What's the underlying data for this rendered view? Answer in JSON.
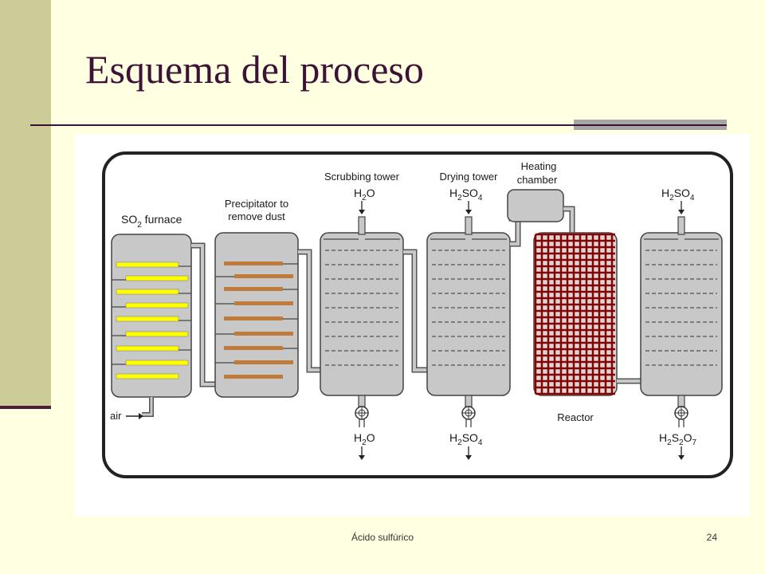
{
  "slide": {
    "title": "Esquema del proceso",
    "footer_text": "Ácido sulfúrico",
    "page_number": "24"
  },
  "diagram": {
    "units": {
      "furnace": {
        "label_main": "SO",
        "label_sub": "2",
        "label_tail": " furnace"
      },
      "precipitator": {
        "line1": "Precipitator to",
        "line2": "remove dust"
      },
      "scrubbing": {
        "line1": "Scrubbing tower"
      },
      "drying": {
        "line1": "Drying tower"
      },
      "heating": {
        "line1": "Heating",
        "line2": "chamber"
      },
      "reactor": {
        "label": "Reactor"
      }
    },
    "formulas": {
      "h": "H",
      "s": "S",
      "o": "O",
      "so": "SO",
      "sub2": "2",
      "sub4": "4",
      "sub7": "7"
    },
    "air_label": "air"
  },
  "colors": {
    "title": "#3E1236",
    "band": "#CCCC99",
    "background": "#FFFFE1",
    "vessel": "#C8C8C8",
    "yellow_tray": "#FFFF00",
    "dust_tray": "#C07A3A",
    "reactor_grid": "#8B0000"
  }
}
